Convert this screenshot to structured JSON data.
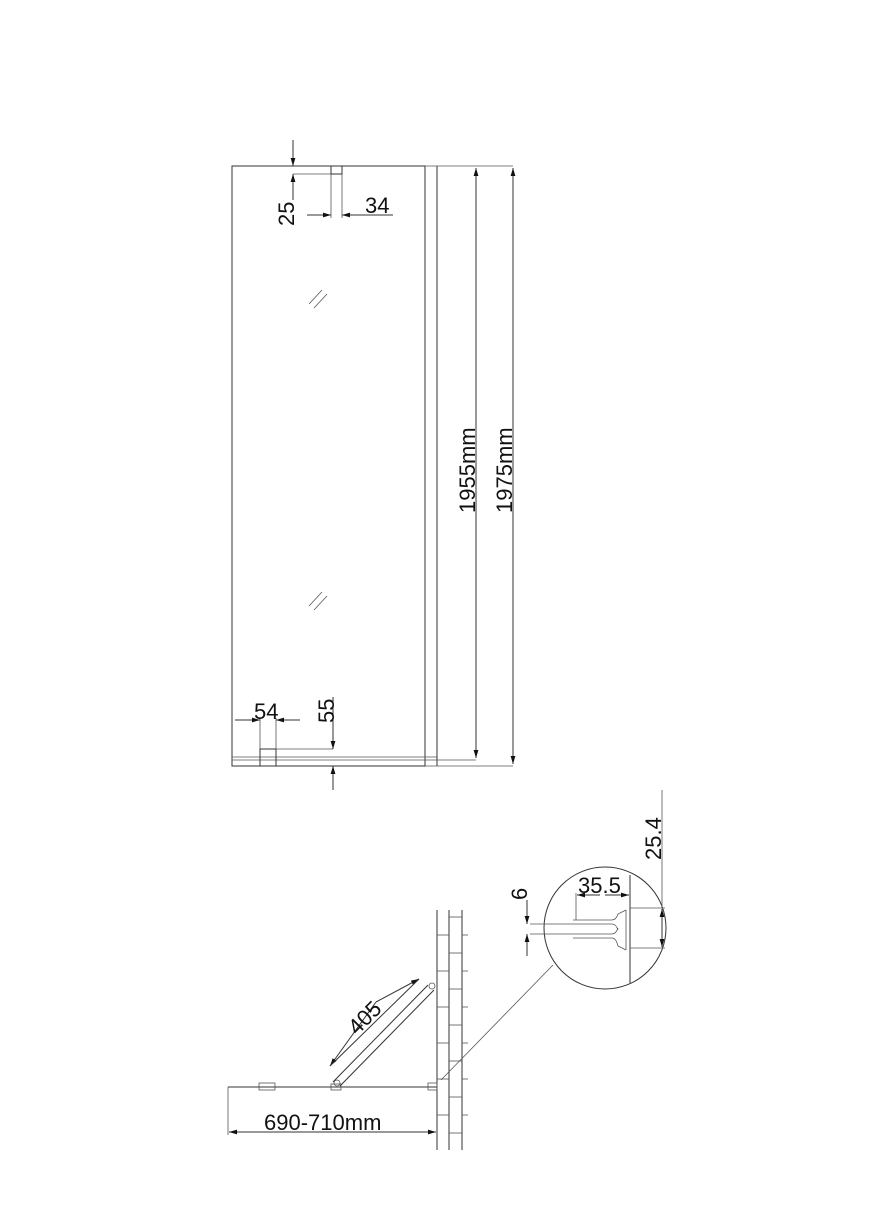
{
  "front_view": {
    "dims": {
      "top_bracket_height": "25",
      "top_bracket_width": "34",
      "bottom_bracket_width": "54",
      "bottom_bracket_height": "55",
      "glass_height": "1955mm",
      "overall_height": "1975mm"
    }
  },
  "plan_view": {
    "dims": {
      "support_arm_length": "405",
      "panel_width": "690-710mm"
    }
  },
  "detail_view": {
    "dims": {
      "slot_gap": "6",
      "bracket_depth": "35.5",
      "bracket_width": "25.4"
    }
  }
}
